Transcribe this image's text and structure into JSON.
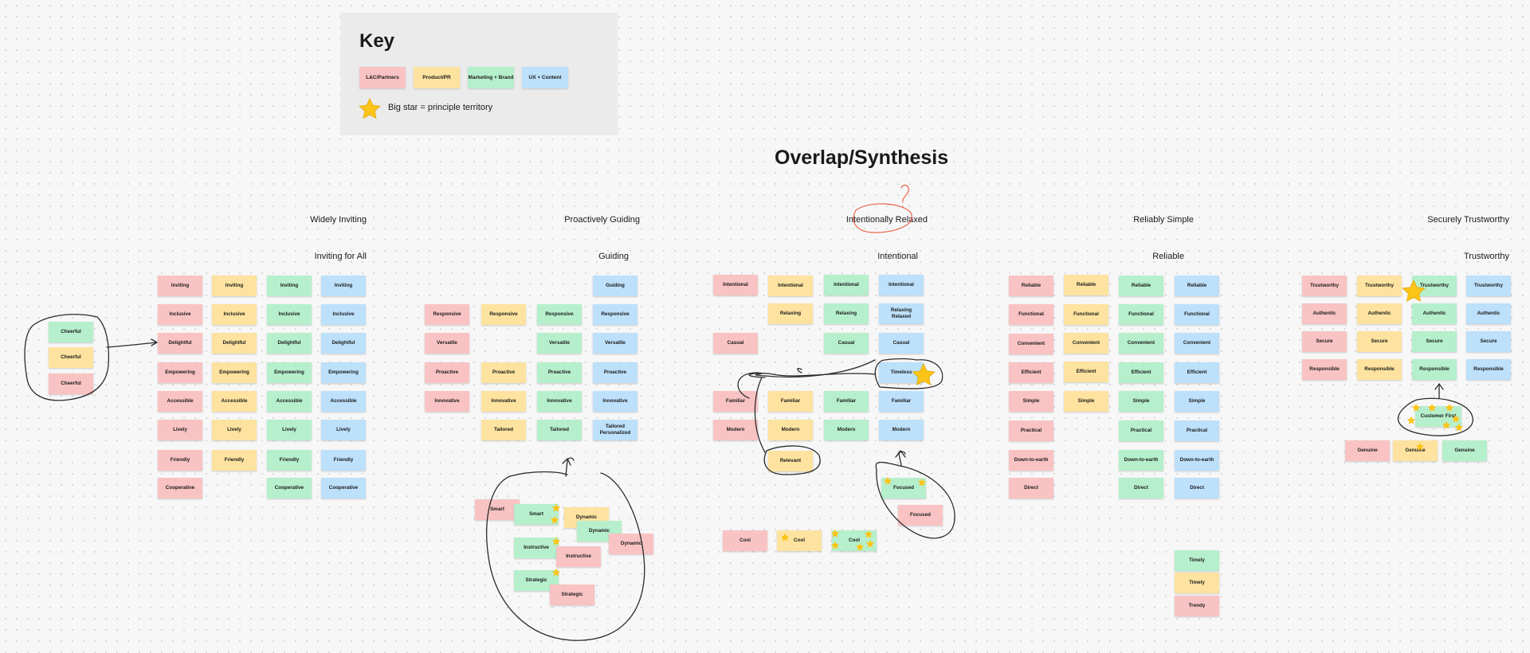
{
  "key": {
    "title": "Key",
    "legend": [
      {
        "label": "L&C/Partners",
        "color": "#f9c3c3"
      },
      {
        "label": "Product/PR",
        "color": "#fde39f"
      },
      {
        "label": "Marketing + Brand",
        "color": "#b6efcc"
      },
      {
        "label": "UX + Content",
        "color": "#bde0fb"
      }
    ],
    "star_text": "Big star = principle territory"
  },
  "title": "Overlap/Synthesis",
  "columns": {
    "c1": {
      "principle": "Widely Inviting",
      "theme": "Inviting for All"
    },
    "c2": {
      "principle": "Proactively Guiding",
      "theme": "Guiding"
    },
    "c3": {
      "principle": "Intentionally Relaxed",
      "theme": "Intentional"
    },
    "c4": {
      "principle": "Reliably Simple",
      "theme": "Reliable"
    },
    "c5": {
      "principle": "Securely Trustworthy",
      "theme": "Trustworthy"
    }
  },
  "notes": {
    "cheerful": "Cheerful",
    "inviting": "Inviting",
    "inclusive": "Inclusive",
    "delightful": "Delightful",
    "empowering": "Empowering",
    "accessible": "Accessible",
    "lively": "Lively",
    "friendly": "Friendly",
    "cooperative": "Cooperative",
    "guiding": "Guiding",
    "responsive": "Responsive",
    "versatile": "Versatile",
    "proactive": "Proactive",
    "innovative": "Innovative",
    "tailored": "Tailored",
    "tailored_personalized": "Tailored Personalized",
    "smart": "Smart",
    "dynamic": "Dynamic",
    "instructive": "Instructive",
    "strategic": "Strategic",
    "intentional": "Intentional",
    "relaxing": "Relaxing",
    "relaxing_relaxed": "Relaxing Relaxed",
    "casual": "Casual",
    "timeless": "Timeless",
    "familiar": "Familiar",
    "modern": "Modern",
    "relevant": "Relevant",
    "focused": "Focused",
    "cool": "Cool",
    "reliable": "Reliable",
    "functional": "Functional",
    "convenient": "Convenient",
    "efficient": "Efficient",
    "simple": "Simple",
    "practical": "Practical",
    "down_to_earth": "Down-to-earth",
    "direct": "Direct",
    "timely": "Timely",
    "trendy": "Trendy",
    "trustworthy": "Trustworthy",
    "authentic": "Authentic",
    "secure": "Secure",
    "responsible": "Responsible",
    "customer_first": "Customer First",
    "genuine": "Genuine"
  },
  "colors": {
    "pink": "#f9c3c3",
    "yellow": "#fde39f",
    "green": "#b6efcc",
    "blue": "#bde0fb",
    "star": "#fcc419",
    "key_bg": "#ebebeb",
    "annotation_red": "#e8664a"
  }
}
